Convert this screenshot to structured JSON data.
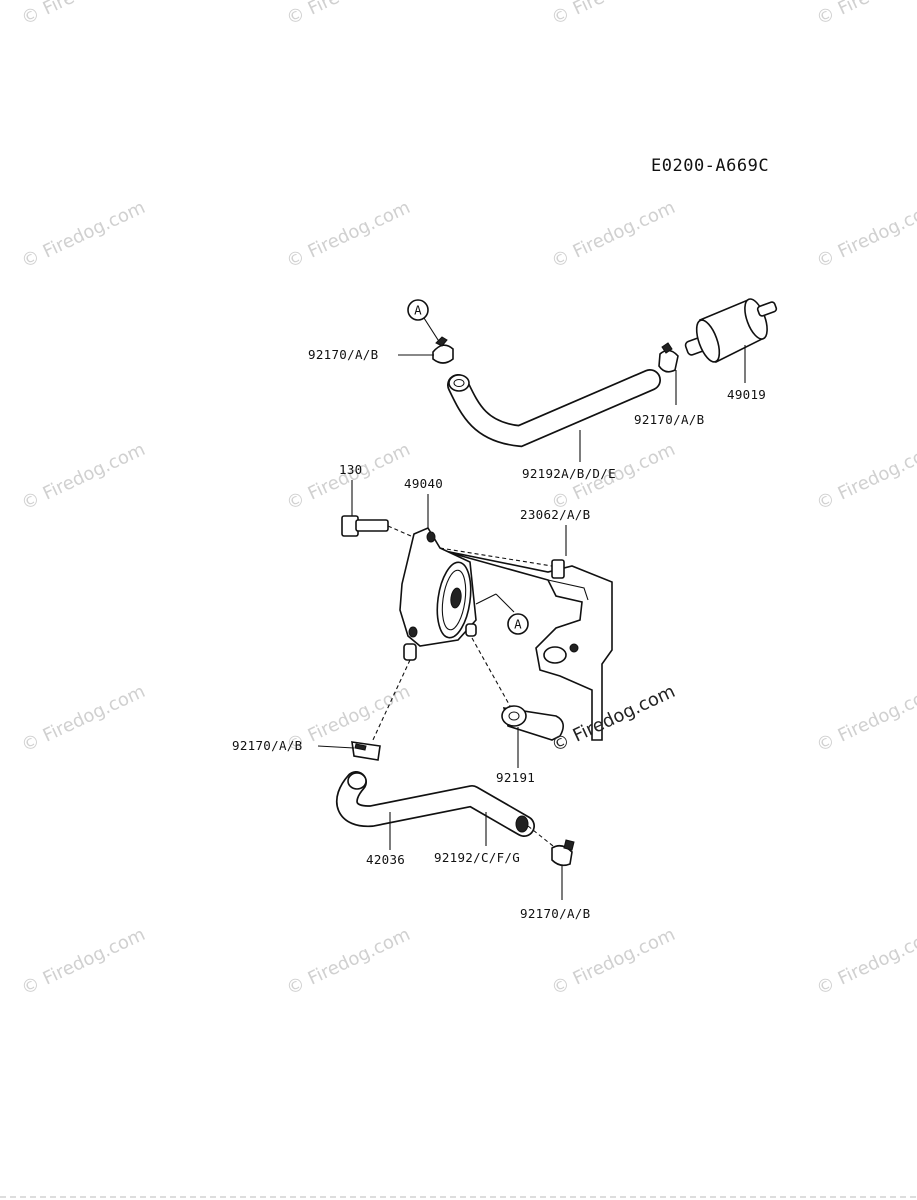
{
  "diagram": {
    "code": "E0200-A669C",
    "callout": "A",
    "watermark": "© Firedog.com",
    "parts": {
      "clamp_top_left": "92170/A/B",
      "filter": "49019",
      "clamp_top_right": "92170/A/B",
      "hose_top": "92192A/B/D/E",
      "bolt": "130",
      "pump": "49040",
      "bracket_clip": "23062/A/B",
      "clamp_mid_left": "92170/A/B",
      "cap": "92191",
      "hose_lower": "42036",
      "hose_lower_right": "92192/C/F/G",
      "clamp_bottom": "92170/A/B"
    }
  }
}
